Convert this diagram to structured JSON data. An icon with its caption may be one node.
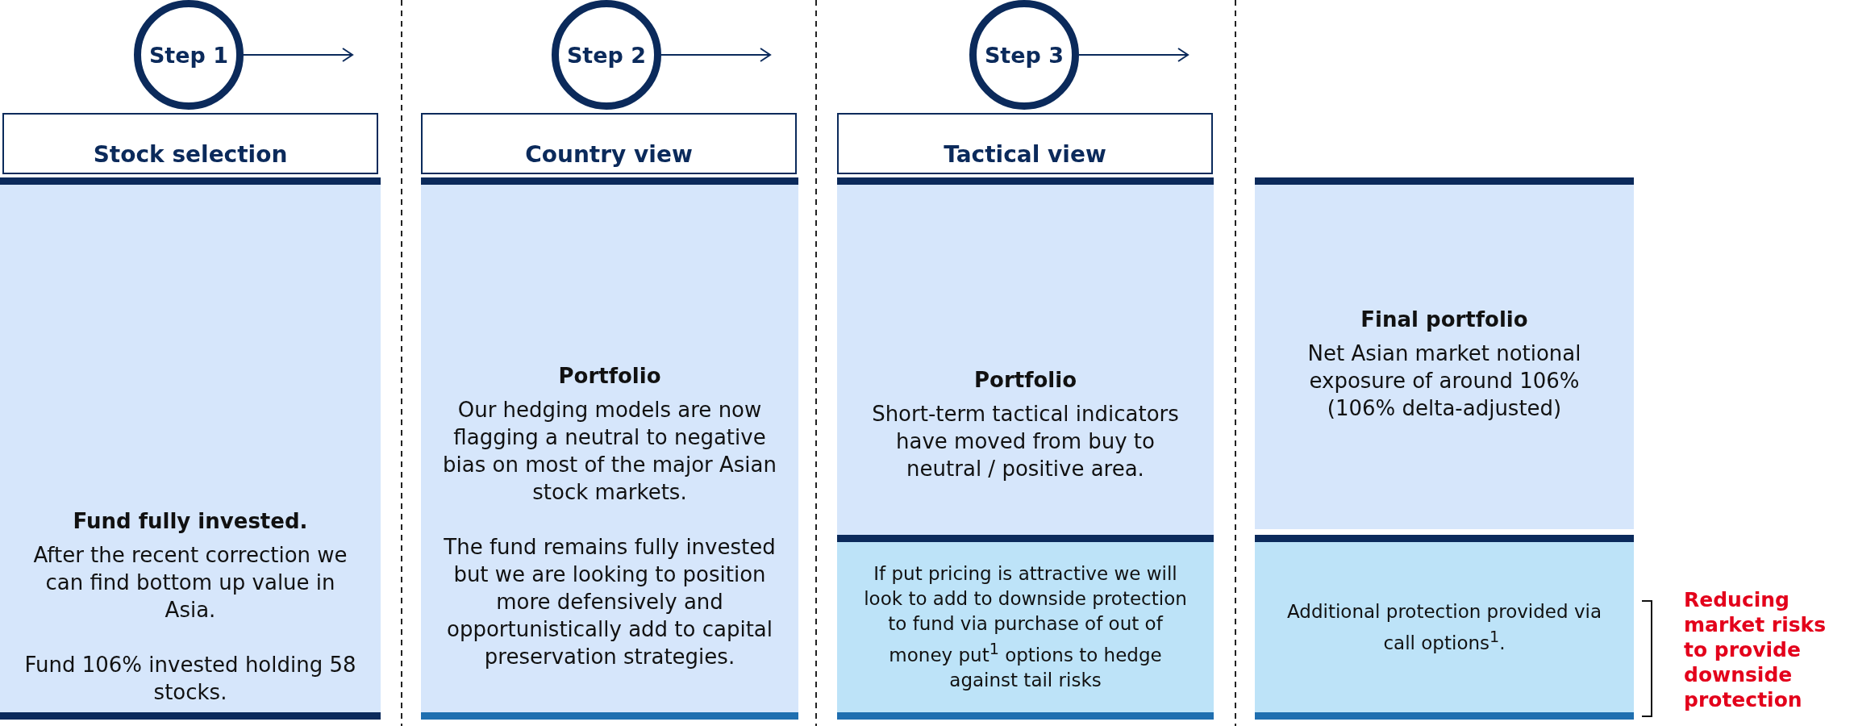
{
  "diagram": {
    "nodes": [
      {
        "text": [
          "Step 1"
        ]
      },
      {
        "text": [
          "Stock selection"
        ]
      },
      {
        "text": [
          "Fund fully invested.",
          "After the recent correction we can find bottom up value in Asia.",
          "Fund 106% invested holding 58 stocks."
        ]
      },
      {
        "text": [
          "Step 2"
        ]
      },
      {
        "text": [
          "Country view"
        ]
      },
      {
        "text": [
          "Portfolio",
          "Our hedging models are now flagging a neutral to negative bias on most of the major Asian stock markets.",
          "The fund remains fully invested but we are looking to position more defensively and opportunistically add to capital preservation strategies."
        ]
      },
      {
        "text": [
          "Step 3"
        ]
      },
      {
        "text": [
          "Tactical view"
        ]
      },
      {
        "text": [
          "Portfolio",
          "Short-term tactical indicators have moved from buy to neutral / positive area."
        ]
      },
      {
        "text": [
          "If put pricing is attractive we will look to add to downside protection to fund via purchase of out of money put$^{1}$ options to hedge against tail risks"
        ]
      },
      {
        "text": [
          "Final portfolio",
          "Net Asian market notional exposure of around 106% (106% delta-adjusted)"
        ]
      },
      {
        "text": [
          "Additional protection provided via call options$^{1}$."
        ]
      }
    ],
    "edges": [
      {
        "from": 0,
        "to": null,
        "arrow": "to"
      },
      {
        "from": 3,
        "to": null,
        "arrow": "to"
      },
      {
        "from": 6,
        "to": null,
        "arrow": "to"
      }
    ],
    "labels": [
      "Reducing market risks to provide downside protection"
    ]
  }
}
